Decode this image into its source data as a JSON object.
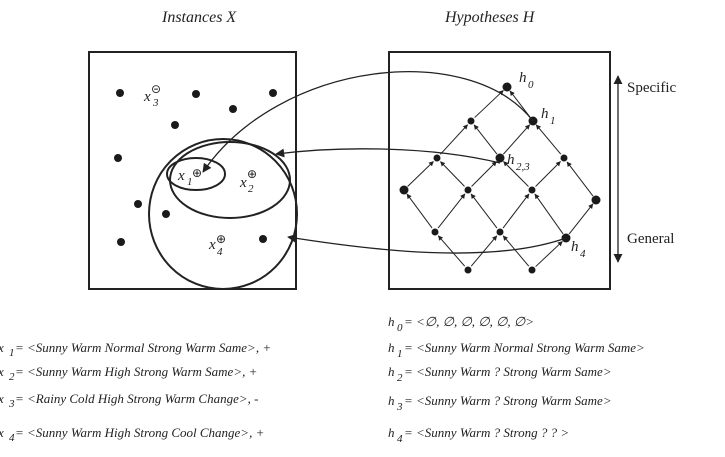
{
  "titles": {
    "instances": "Instances X",
    "hypotheses": "Hypotheses H"
  },
  "scale": {
    "specific": "Specific",
    "general": "General"
  },
  "instance_labels": {
    "x1": "x",
    "x1_sub": "1",
    "x2": "x",
    "x2_sub": "2",
    "x3": "x",
    "x3_sub": "3",
    "x4": "x",
    "x4_sub": "4",
    "positive_sign": "⊕",
    "negative_sign": "⊝"
  },
  "hypothesis_labels": {
    "h0": "h",
    "h0_sub": "0",
    "h1": "h",
    "h1_sub": "1",
    "h23": "h",
    "h23_sub": "2,3",
    "h4": "h",
    "h4_sub": "4"
  },
  "instance_definitions": [
    {
      "name": "x",
      "sub": "1",
      "text": " = <Sunny Warm Normal Strong Warm Same>, +"
    },
    {
      "name": "x",
      "sub": "2",
      "text": " = <Sunny Warm High  Strong Warm Same>, +"
    },
    {
      "name": "x",
      "sub": "3",
      "text": " = <Rainy Cold High Strong Warm Change>, -"
    },
    {
      "name": "x",
      "sub": "4",
      "text": " = <Sunny Warm High Strong Cool Change>, +"
    }
  ],
  "hypothesis_definitions": [
    {
      "name": "h",
      "sub": "0",
      "text": " = <∅, ∅, ∅, ∅, ∅, ∅>"
    },
    {
      "name": "h",
      "sub": "1",
      "text": " = <Sunny Warm Normal Strong Warm Same>"
    },
    {
      "name": "h",
      "sub": "2",
      "text": " = <Sunny Warm  ?  Strong Warm Same>"
    },
    {
      "name": "h",
      "sub": "3",
      "text": " = <Sunny Warm ? Strong Warm Same>"
    },
    {
      "name": "h",
      "sub": "4",
      "text": " = <Sunny Warm  ?  Strong  ?  ? >"
    }
  ]
}
